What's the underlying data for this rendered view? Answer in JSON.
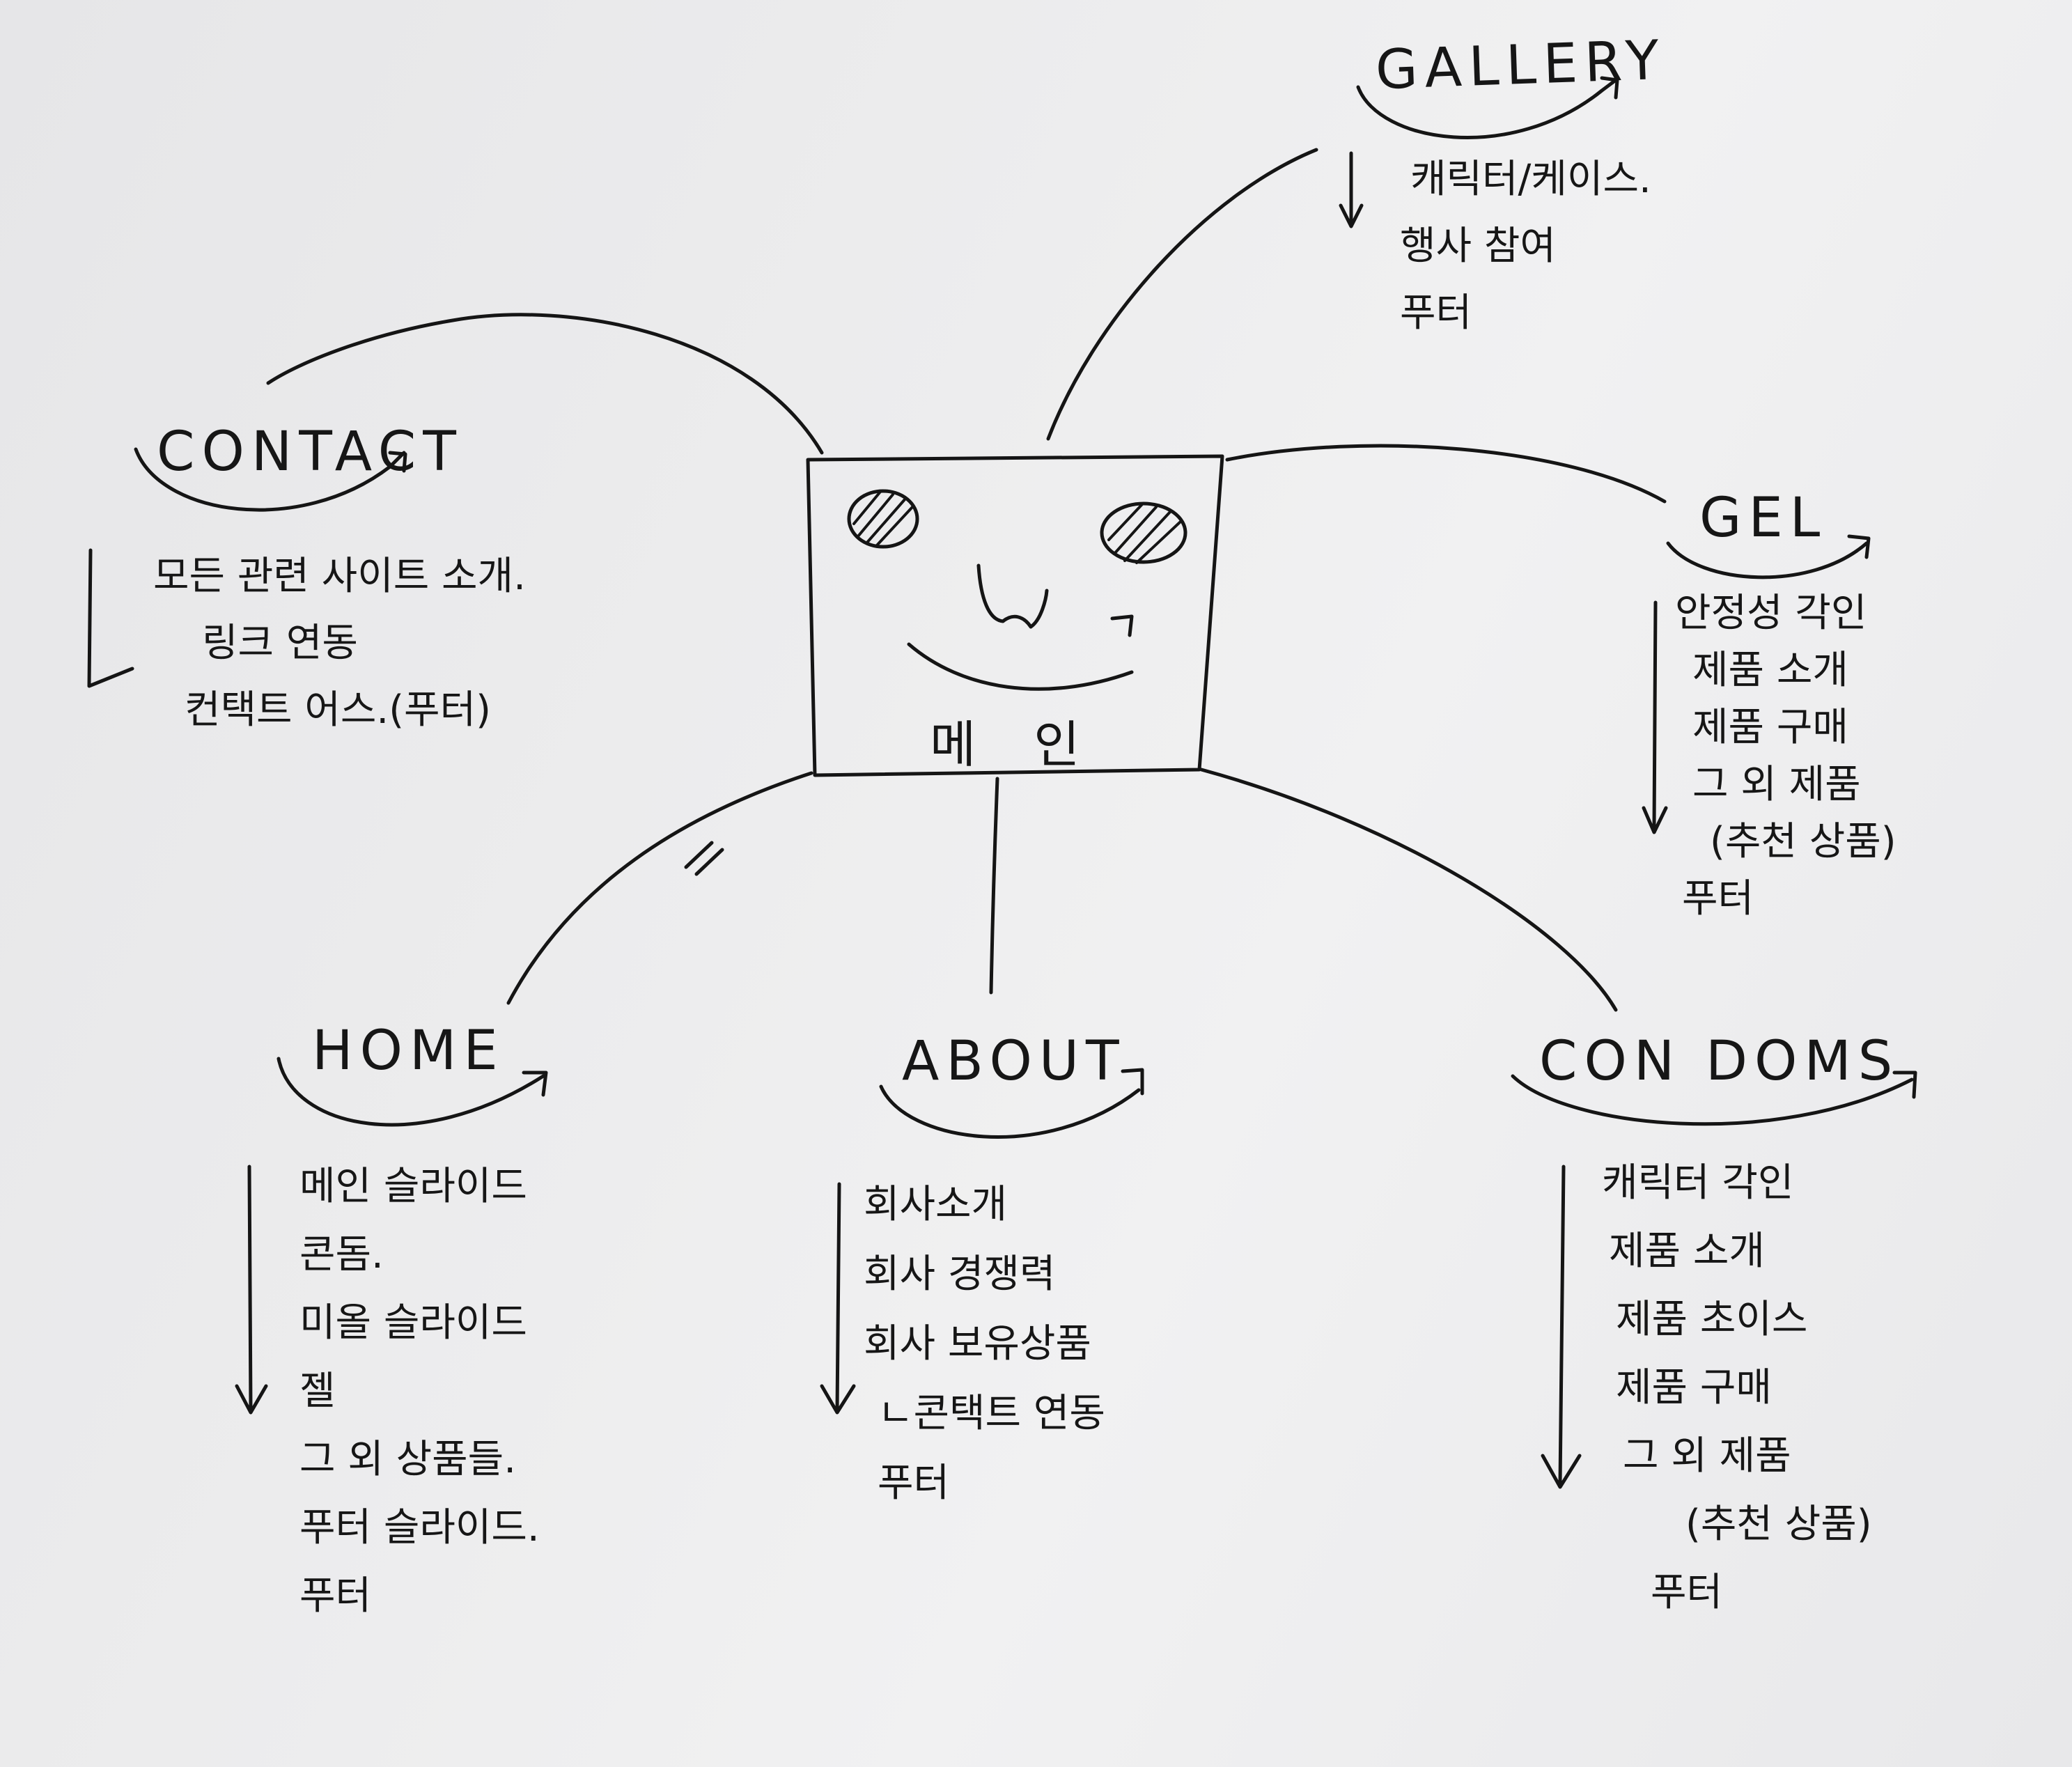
{
  "center": {
    "label": "메 인"
  },
  "gallery": {
    "title": "GALLERY",
    "items": [
      "캐릭터/케이스.",
      "행사 참여",
      "푸터"
    ]
  },
  "contact": {
    "title": "CONTACT",
    "items": [
      "모든 관련 사이트 소개.",
      "링크 연동",
      "컨택트 어스.(푸터)"
    ]
  },
  "gel": {
    "title": "GEL",
    "items": [
      "안정성 각인",
      "제품 소개",
      "제품 구매",
      "그 외 제품",
      "(추천 상품)",
      "푸터"
    ]
  },
  "home": {
    "title": "HOME",
    "items": [
      "메인 슬라이드",
      "콘돔.",
      "미올 슬라이드",
      "젤",
      "그 외 상품들.",
      "푸터 슬라이드.",
      "푸터"
    ]
  },
  "about": {
    "title": "ABOUT",
    "items": [
      "회사소개",
      "회사 경쟁력",
      "회사 보유상품",
      "ㄴ콘택트 연동",
      "푸터"
    ]
  },
  "condoms": {
    "title": "CON DOMS",
    "items": [
      "캐릭터 각인",
      "제품 소개",
      "제품 초이스",
      "제품 구매",
      "그 외 제품",
      "(추천 상품)",
      "푸터"
    ]
  }
}
